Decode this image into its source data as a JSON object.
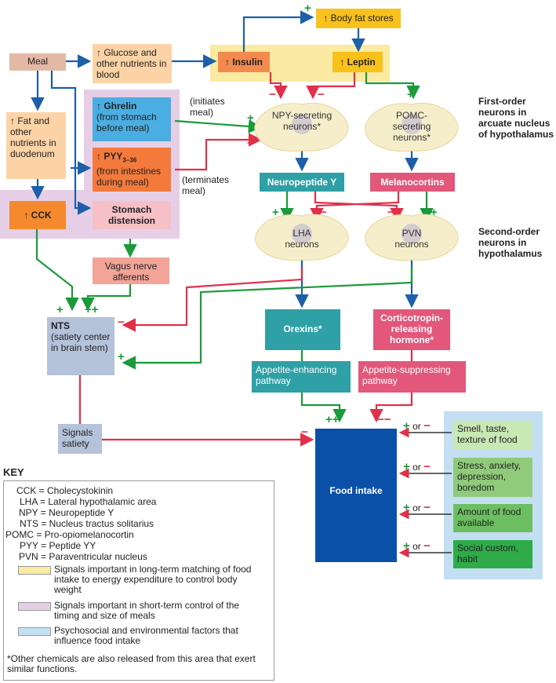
{
  "nodes": {
    "meal": "Meal",
    "glucose": "↑ Glucose and other nutrients in blood",
    "body_fat": "↑ Body fat stores",
    "insulin": "↑ Insulin",
    "leptin": "↑ Leptin",
    "fat_duodenum": "↑ Fat and other nutrients in duodenum",
    "ghrelin_title": "↑ Ghrelin",
    "ghrelin_sub": "(from stomach before meal)",
    "pyy_title": "↑ PYY",
    "pyy_sub_script": "3–36",
    "pyy_sub": "(from intestines during meal)",
    "cck": "↑ CCK",
    "stomach": "Stomach distension",
    "vagus": "Vagus nerve afferents",
    "nts_title": "NTS",
    "nts_sub": "(satiety center in brain stem)",
    "signals_satiety": "Signals satiety",
    "npy_neurons": "NPY-secreting neurons*",
    "pomc_neurons": "POMC-secreting neurons*",
    "neuropeptide_y": "Neuropeptide Y",
    "melanocortins": "Melanocortins",
    "lha_neurons": "LHA neurons",
    "pvn_neurons": "PVN neurons",
    "orexins": "Orexins*",
    "crh": "Corticotropin-releasing hormone*",
    "appetite_enhancing": "Appetite-enhancing pathway",
    "appetite_suppressing": "Appetite-suppressing pathway",
    "food_intake": "Food intake",
    "smell": "Smell, taste, texture of food",
    "stress": "Stress, anxiety, depression, boredom",
    "amount": "Amount of food available",
    "social": "Social custom, habit"
  },
  "labels": {
    "initiates": "(initiates meal)",
    "terminates": "(terminates meal)",
    "first_order": "First-order neurons in arcuate nucleus of hypothalamus",
    "second_order": "Second-order neurons in hypothalamus",
    "or": "or"
  },
  "key": {
    "title": "KEY",
    "abbreviations": [
      "CCK = Cholecystokinin",
      "LHA = Lateral hypothalamic area",
      "NPY = Neuropeptide Y",
      "NTS = Nucleus tractus solitarius",
      "POMC = Pro-opiomelanocortin",
      "PYY = Peptide YY",
      "PVN = Paraventricular nucleus"
    ],
    "legend": [
      {
        "color": "#faeaa2",
        "text": "Signals important in long-term matching of food intake to energy expenditure to control body weight"
      },
      {
        "color": "#e6cfe6",
        "text": "Signals important in short-term control of the timing and size of meals"
      },
      {
        "color": "#c4dff2",
        "text": "Psychosocial and environmental factors that influence food intake"
      }
    ],
    "footnote": "*Other chemicals are also released from this area that exert similar functions."
  },
  "colors": {
    "stimulatory": "#1a9a3a",
    "inhibitory": "#e0304a",
    "blue_arrow": "#1d5fa8",
    "food_intake": "#0b50a8"
  }
}
